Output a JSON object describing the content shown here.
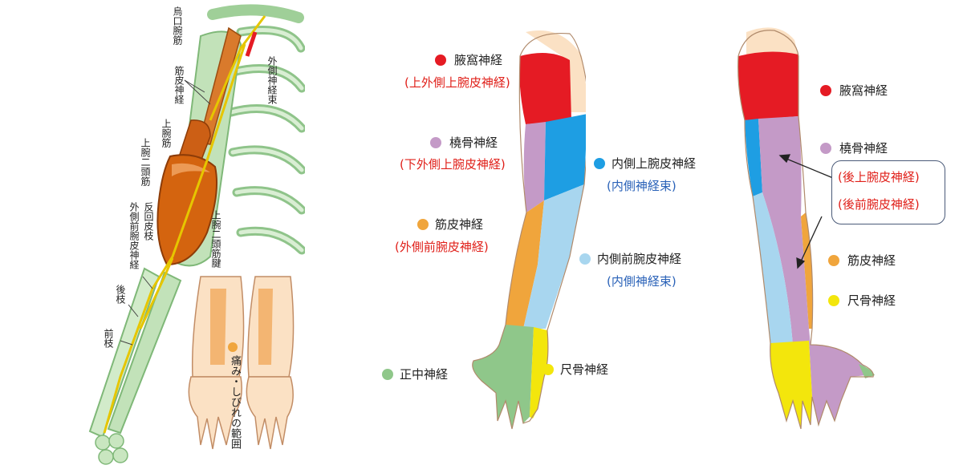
{
  "colors": {
    "axillary": "#e51b24",
    "radial": "#c49ac7",
    "musculocutaneous": "#f0a53c",
    "medial_brachial": "#1e9ee3",
    "medial_antebrachial": "#a8d6ef",
    "median": "#8fc78a",
    "ulnar": "#f3e60c",
    "skin": "#fbe1c4",
    "muscle": "#d4640f",
    "bone": "#b7dcae",
    "red_text": "#e0201a",
    "blue_text": "#2a62b8"
  },
  "anatomy": {
    "coracobrachialis": "烏口腕筋",
    "musculocutaneous_nerve": "筋皮神経",
    "lateral_cord": "外側神経束",
    "brachialis": "上腕筋",
    "biceps": "上腕二頭筋",
    "recurrent_branch": "反回皮枝",
    "lateral_antebrachial_nerve": "外側前腕皮神経",
    "biceps_tendon": "上腕二頭筋腱",
    "posterior_branch": "後枝",
    "anterior_branch": "前枝",
    "pain_area": "痛み・しびれの範囲"
  },
  "front": {
    "axillary": "腋窩神経",
    "axillary_sub": "(上外側上腕皮神経)",
    "radial": "橈骨神経",
    "radial_sub": "(下外側上腕皮神経)",
    "musculo": "筋皮神経",
    "musculo_sub": "(外側前腕皮神経)",
    "medial_brachial": "内側上腕皮神経",
    "medial_brachial_sub": "(内側神経束)",
    "medial_antebrachial": "内側前腕皮神経",
    "medial_antebrachial_sub": "(内側神経束)",
    "median": "正中神経",
    "ulnar": "尺骨神経"
  },
  "back": {
    "axillary": "腋窩神経",
    "radial": "橈骨神経",
    "radial_sub1": "(後上腕皮神経)",
    "radial_sub2": "(後前腕皮神経)",
    "musculo": "筋皮神経",
    "ulnar": "尺骨神経"
  }
}
